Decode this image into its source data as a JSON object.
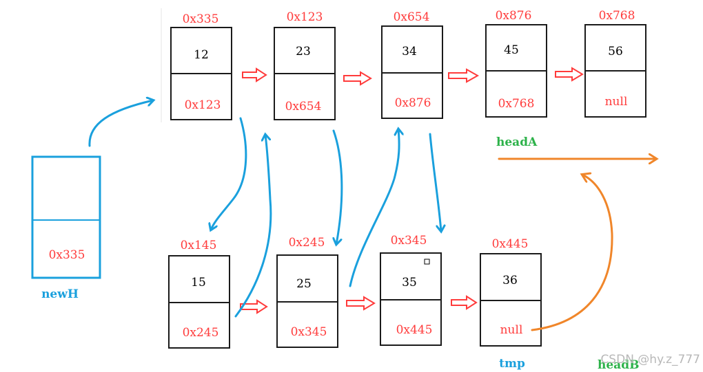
{
  "top_list": [
    {
      "address": "0x335",
      "value": "12",
      "next": "0x123"
    },
    {
      "address": "0x123",
      "value": "23",
      "next": "0x654"
    },
    {
      "address": "0x654",
      "value": "34",
      "next": "0x876"
    },
    {
      "address": "0x876",
      "value": "45",
      "next": "0x768"
    },
    {
      "address": "0x768",
      "value": "56",
      "next": "null"
    }
  ],
  "bottom_list": [
    {
      "address": "0x145",
      "value": "15",
      "next": "0x245"
    },
    {
      "address": "0x245",
      "value": "25",
      "next": "0x345"
    },
    {
      "address": "0x345",
      "value": "35",
      "next": "0x445"
    },
    {
      "address": "0x445",
      "value": "36",
      "next": "null"
    }
  ],
  "new_head": {
    "value": "",
    "next": "0x335",
    "label": "newH"
  },
  "labels": {
    "head_a": "headA",
    "head_b": "headB",
    "tmp": "tmp"
  },
  "watermark": "CSDN @hy.z_777",
  "colors": {
    "address": "#ff3b3b",
    "merge_arrow": "#1aa0dd",
    "head_label": "#2db24a",
    "head_arrow": "#f0862a"
  }
}
